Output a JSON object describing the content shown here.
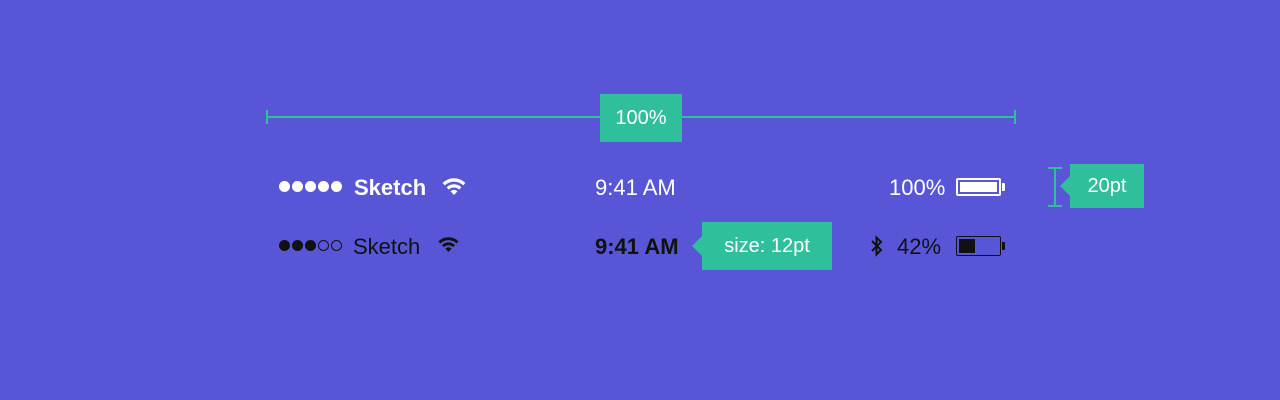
{
  "measurements": {
    "width_label": "100%",
    "height_label": "20pt",
    "font_size_label": "size: 12pt"
  },
  "status_bar_light": {
    "signal_dots_filled": 5,
    "signal_dots_total": 5,
    "carrier": "Sketch",
    "wifi_icon": "wifi-icon",
    "time": "9:41 AM",
    "battery_percent_text": "100%",
    "battery_level": 1.0,
    "foreground_color": "#ffffff"
  },
  "status_bar_dark": {
    "signal_dots_filled": 3,
    "signal_dots_total": 5,
    "carrier": "Sketch",
    "wifi_icon": "wifi-icon",
    "time": "9:41 AM",
    "bluetooth_icon": "bluetooth-icon",
    "battery_percent_text": "42%",
    "battery_level": 0.42,
    "foreground_color": "#111111"
  },
  "colors": {
    "background": "#5856d6",
    "accent": "#2fbf9b"
  }
}
